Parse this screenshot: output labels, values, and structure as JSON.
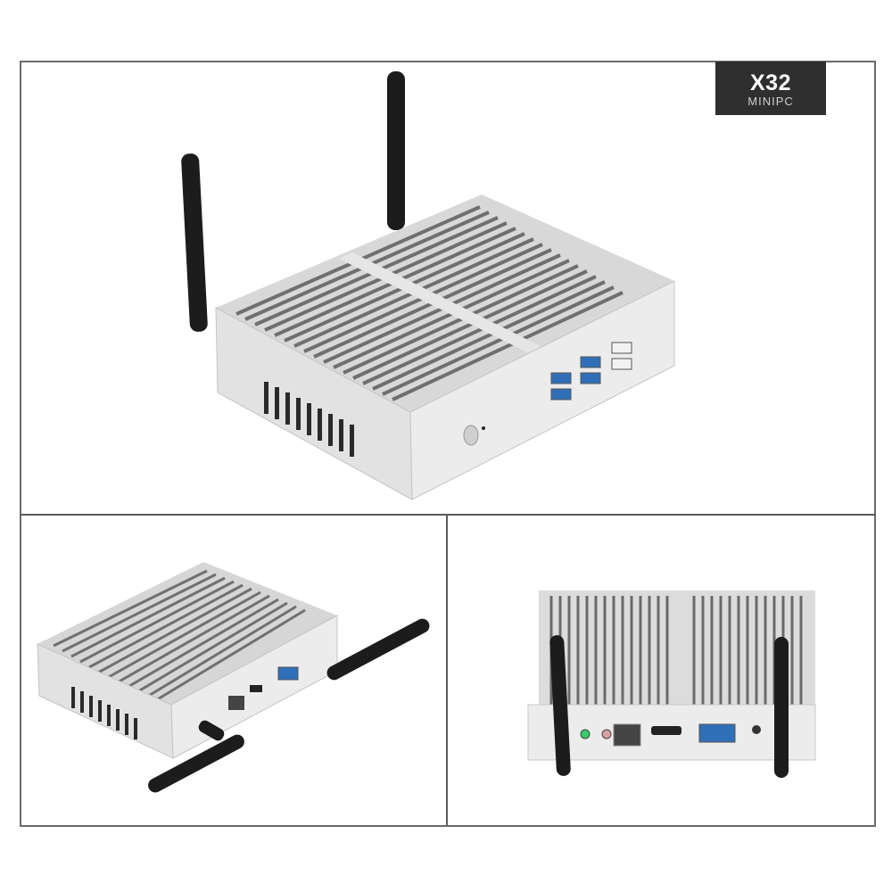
{
  "badge": {
    "model": "X32",
    "subtitle": "MINIPC"
  },
  "panels": [
    {
      "id": "top",
      "description": "Fanless mini PC front-angled view with two antennas, USB ports and power button"
    },
    {
      "id": "bottom-left",
      "description": "Rear-angled view showing LAN, HDMI, VGA and audio ports with antennas"
    },
    {
      "id": "bottom-right",
      "description": "Straight rear view showing audio, LAN, HDMI, VGA ports and two antennas"
    }
  ],
  "colors": {
    "frame": "#6a6a6a",
    "badge_bg": "#2f2f2f",
    "chassis": "#e4e4e4",
    "fins": "#7c7c7c",
    "usb_blue": "#2f6fb8",
    "antenna": "#1a1a1a"
  },
  "ports": {
    "usb_count": 6,
    "labels_rear": [
      "AUDIO",
      "LAN",
      "HDMI",
      "VGA"
    ]
  }
}
